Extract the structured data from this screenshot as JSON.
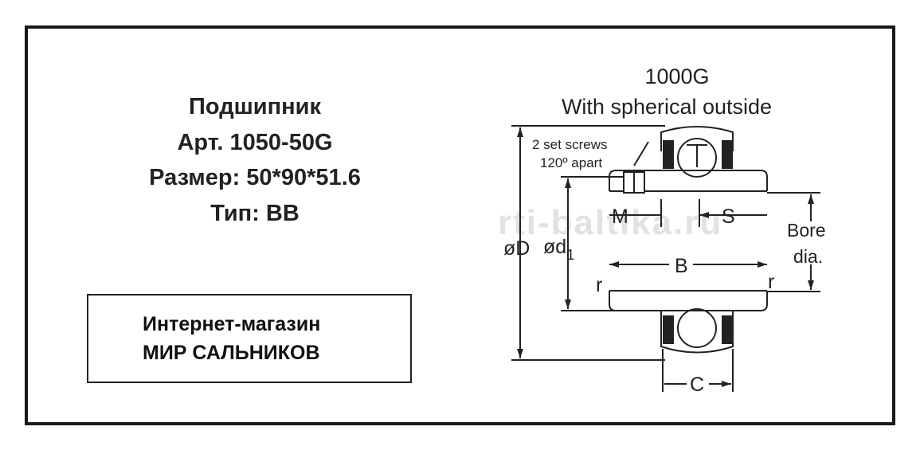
{
  "product": {
    "name_line": "Подшипник",
    "article_line": "Арт.  1050-50G",
    "size_line": "Размер:  50*90*51.6",
    "type_line": "Тип:  BB"
  },
  "shop": {
    "line1": "Интернет-магазин",
    "line2": "МИР САЛЬНИКОВ"
  },
  "drawing": {
    "title": "1000G",
    "subtitle": "With spherical outside",
    "set_screws_line1": "2 set screws",
    "set_screws_line2": "120º apart",
    "label_D": "øD",
    "label_d1": "ød",
    "label_d1_sub": "1",
    "label_M": "M",
    "label_S": "S",
    "label_B": "B",
    "label_C": "C",
    "label_r_left": "r",
    "label_r_right": "r",
    "bore_line1": "Bore",
    "bore_line2": "dia."
  },
  "watermark": "rti-baltika.ru"
}
